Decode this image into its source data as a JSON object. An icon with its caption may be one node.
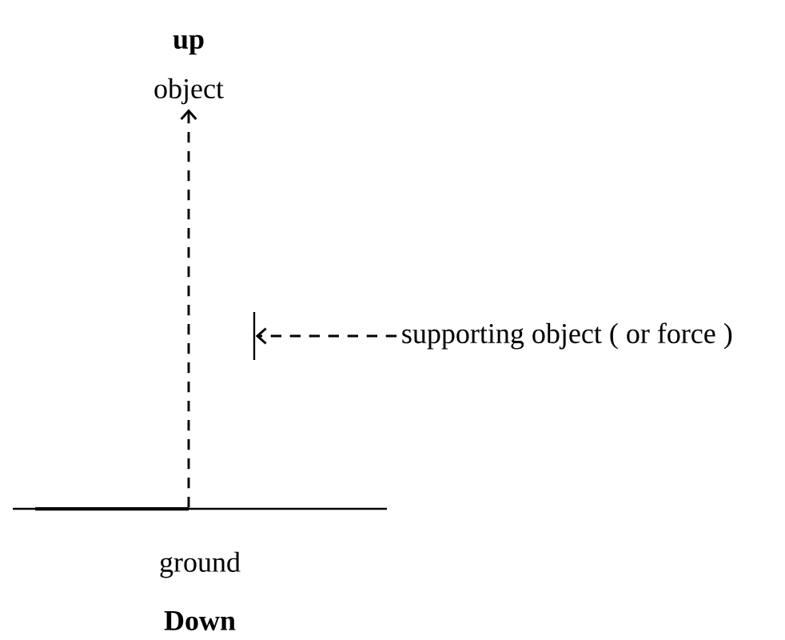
{
  "diagram": {
    "nodes": [
      {
        "text": [
          "object"
        ]
      },
      {
        "text": [],
        "shape": "bar",
        "beside": [
          "ground"
        ]
      },
      {
        "text": [
          "supporting object ( or force )"
        ]
      },
      {
        "text": [],
        "shape": "bar"
      }
    ],
    "edges": [
      {
        "from": 1,
        "to": 0,
        "arrow": "to",
        "style": "dashed"
      },
      {
        "from": 2,
        "to": 3,
        "arrow": "to",
        "style": "dashed"
      }
    ],
    "labels": [
      "up",
      "Down"
    ]
  }
}
